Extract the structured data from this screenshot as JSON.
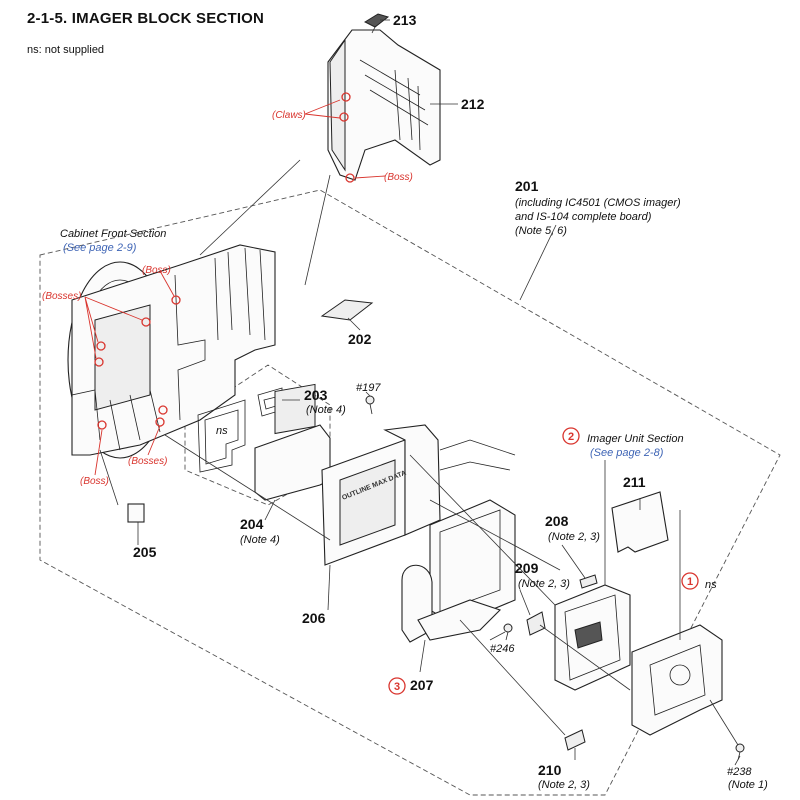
{
  "title": "2-1-5. IMAGER BLOCK SECTION",
  "legend": "ns: not supplied",
  "parts": {
    "p201": {
      "num": "201",
      "line1": "(including IC4501 (CMOS imager)",
      "line2": "and IS-104 complete board)",
      "line3": "(Note 5, 6)"
    },
    "p202": {
      "num": "202"
    },
    "p203": {
      "num": "203",
      "note": "(Note 4)"
    },
    "p204": {
      "num": "204",
      "note": "(Note 4)"
    },
    "p205": {
      "num": "205"
    },
    "p206": {
      "num": "206"
    },
    "p207": {
      "num": "207"
    },
    "p208": {
      "num": "208",
      "note": "(Note 2, 3)"
    },
    "p209": {
      "num": "209",
      "note": "(Note 2, 3)"
    },
    "p210": {
      "num": "210",
      "note": "(Note 2, 3)"
    },
    "p211": {
      "num": "211"
    },
    "p212": {
      "num": "212"
    },
    "p213": {
      "num": "213"
    }
  },
  "screws": {
    "s197": "#197",
    "s246": "#246",
    "s238": "#238",
    "s238_note": "(Note 1)"
  },
  "callouts": {
    "claws": "(Claws)",
    "boss_top": "(Boss)",
    "boss_cab": "(Boss)",
    "bosses_upper": "(Bosses)",
    "bosses_lower": "(Bosses)",
    "boss_lower": "(Boss)"
  },
  "sections": {
    "cabinet_front": {
      "label": "Cabinet Front Section",
      "link": "(See page 2-9)"
    },
    "imager_unit": {
      "marker": "2",
      "label": "Imager Unit Section",
      "link": "(See page 2-8)"
    }
  },
  "markers": {
    "m1": "1",
    "m3": "3"
  },
  "ns_labels": {
    "ns1": "ns",
    "ns2": "ns"
  },
  "board_text": {
    "outline": "OUTLINE MAX DATA"
  }
}
